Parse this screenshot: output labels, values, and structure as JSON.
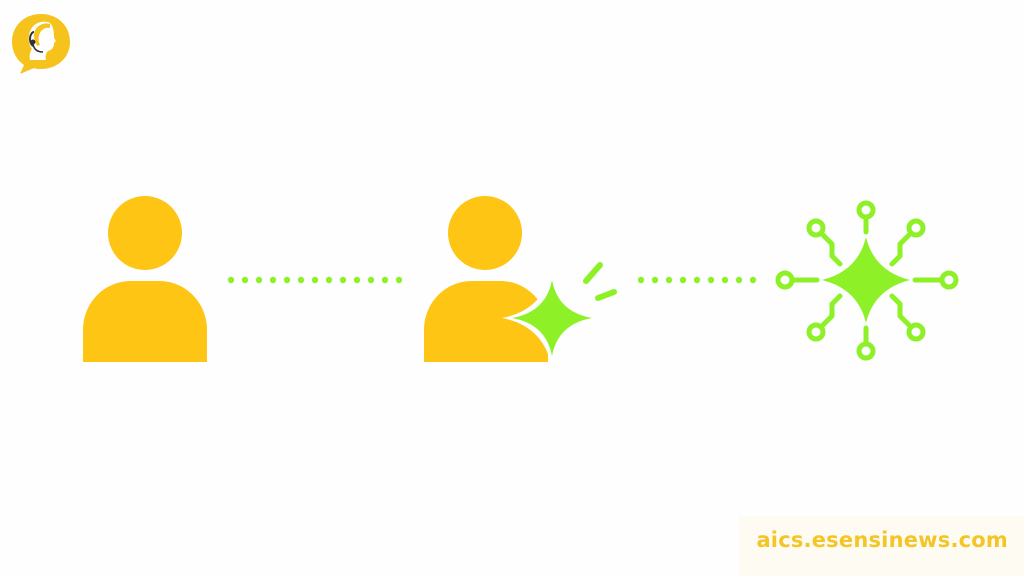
{
  "brand": {
    "logo_icon": "headset-avatar-speech-bubble",
    "watermark": "aics.esensinews.com"
  },
  "diagram": {
    "nodes": [
      {
        "id": "human",
        "icon": "person-icon"
      },
      {
        "id": "human-with-ai",
        "icon": "person-with-sparkle-icon"
      },
      {
        "id": "ai",
        "icon": "ai-sparkle-network-icon"
      }
    ],
    "connectors": [
      {
        "from": "human",
        "to": "human-with-ai",
        "style": "dotted"
      },
      {
        "from": "human-with-ai",
        "to": "ai",
        "style": "dotted"
      }
    ]
  },
  "colors": {
    "person": "#fec514",
    "ai": "#8ef026",
    "logo": "#f6c21c",
    "watermark_text": "#f4c526",
    "background": "#fefefe"
  }
}
